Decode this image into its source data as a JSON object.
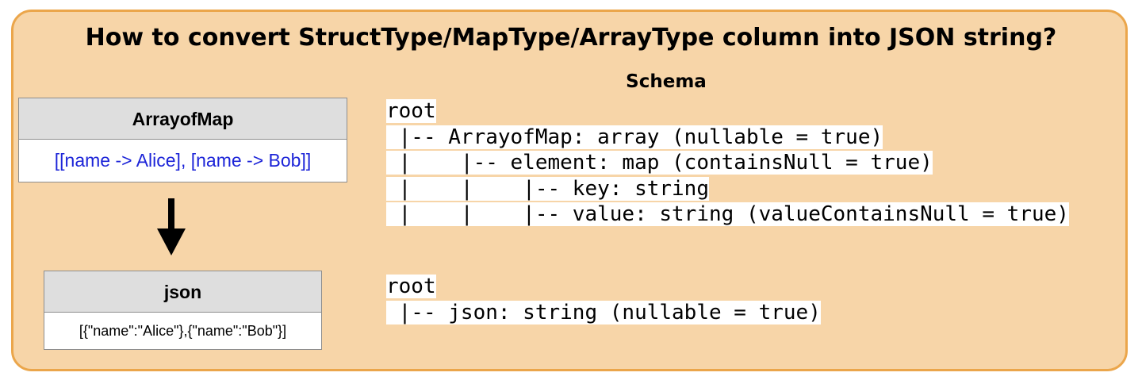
{
  "title": "How to convert StructType/MapType/ArrayType  column into JSON string?",
  "schema_label": "Schema",
  "input_table": {
    "header": "ArrayofMap",
    "value": "[[name -> Alice], [name -> Bob]]"
  },
  "output_table": {
    "header": "json",
    "value": "[{\"name\":\"Alice\"},{\"name\":\"Bob\"}]"
  },
  "input_schema": [
    "root",
    " |-- ArrayofMap: array (nullable = true)",
    " |    |-- element: map (containsNull = true)",
    " |    |    |-- key: string",
    " |    |    |-- value: string (valueContainsNull = true)"
  ],
  "output_schema": [
    "root",
    " |-- json: string (nullable = true)"
  ],
  "colors": {
    "panel_fill": "#f7d5a8",
    "panel_border": "#eba64b",
    "table_header_fill": "#dedede",
    "input_value_text": "#1c24d8",
    "arrow": "#000000"
  },
  "icons": {
    "arrow": "down-arrow-icon"
  }
}
